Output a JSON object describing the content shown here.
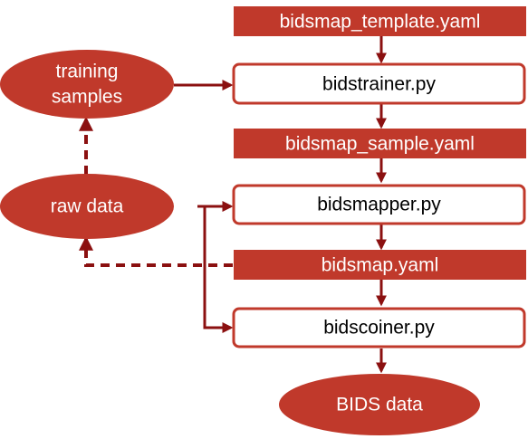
{
  "colors": {
    "banner_fill": "#c0392b",
    "box_border": "#c0392b",
    "ellipse_fill": "#c0392b",
    "arrow": "#8b1010"
  },
  "banners": {
    "bidsmap_template": "bidsmap_template.yaml",
    "bidsmap_sample": "bidsmap_sample.yaml",
    "bidsmap": "bidsmap.yaml"
  },
  "scripts": {
    "bidstrainer": "bidstrainer.py",
    "bidsmapper": "bidsmapper.py",
    "bidscoiner": "bidscoiner.py"
  },
  "ellipses": {
    "training_samples_line1": "training",
    "training_samples_line2": "samples",
    "raw_data": "raw data",
    "bids_data": "BIDS data"
  }
}
